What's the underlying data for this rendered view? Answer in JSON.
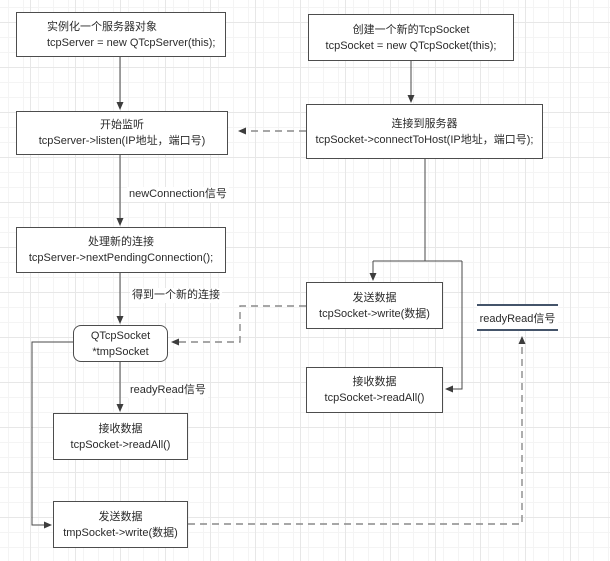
{
  "nodes": {
    "instantiate": {
      "line1": "实例化一个服务器对象",
      "line2": "tcpServer = new QTcpServer(this);"
    },
    "listen": {
      "line1": "开始监听",
      "line2": "tcpServer->listen(IP地址，端口号)"
    },
    "next_pending": {
      "line1": "处理新的连接",
      "line2": "tcpServer->nextPendingConnection();"
    },
    "tmp_socket": {
      "line1": "QTcpSocket",
      "line2": "*tmpSocket"
    },
    "server_read": {
      "line1": "接收数据",
      "line2": "tcpSocket->readAll()"
    },
    "server_write": {
      "line1": "发送数据",
      "line2": "tmpSocket->write(数据)"
    },
    "create_socket": {
      "line1": "创建一个新的TcpSocket",
      "line2": "tcpSocket = new QTcpSocket(this);"
    },
    "connect_host": {
      "line1": "连接到服务器",
      "line2": "tcpSocket->connectToHost(IP地址，端口号);"
    },
    "client_write": {
      "line1": "发送数据",
      "line2": "tcpSocket->write(数据)"
    },
    "client_read": {
      "line1": "接收数据",
      "line2": "tcpSocket->readAll()"
    }
  },
  "labels": {
    "new_connection": "newConnection信号",
    "got_connection": "得到一个新的连接",
    "ready_read_left": "readyRead信号",
    "ready_read_right": "readyRead信号"
  },
  "colors": {
    "box_border": "#4d4d4d",
    "solid_connector": "#4a4a4a",
    "dashed_connector": "#8a8a8a",
    "signal_rule": "#44546a",
    "grid_minor": "#f4f4f4",
    "grid_major": "#e7e7e7",
    "text": "#2b2b2b",
    "background": "#ffffff"
  }
}
